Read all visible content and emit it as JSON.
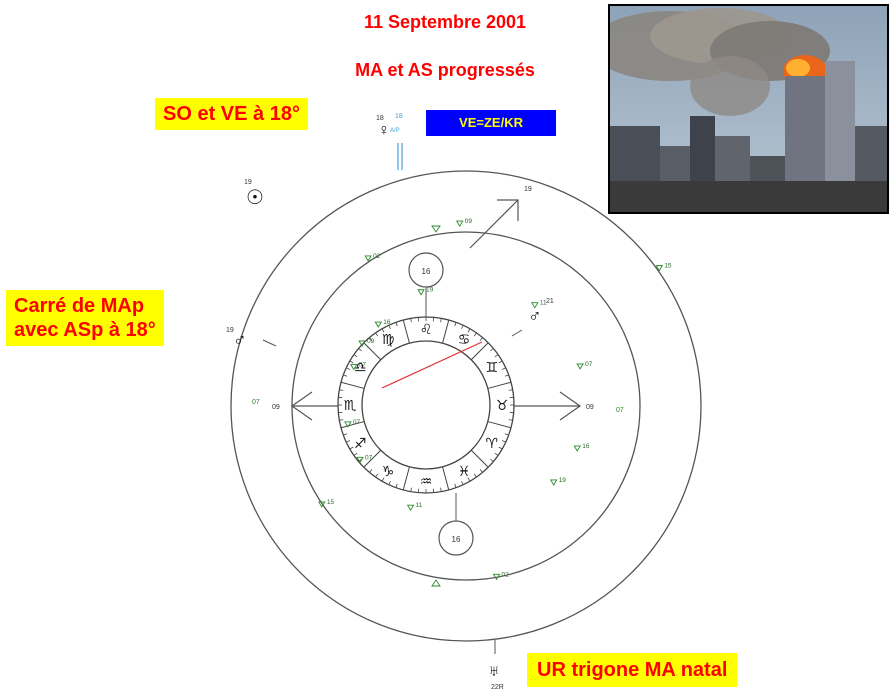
{
  "header": {
    "date": "11 Septembre 2001",
    "subtitle": "MA et AS progressés"
  },
  "callouts": {
    "so_ve": "SO et VE à 18°",
    "ve_ze_kr": "VE=ZE/KR",
    "carre_line1": "Carré de MAp",
    "carre_line2": "avec ASp à 18°",
    "ur_trigone": "UR trigone MA natal"
  },
  "colors": {
    "callout_bg": "#ffff00",
    "callout_text": "#ff0000",
    "blue_box_bg": "#0000ff",
    "blue_box_text": "#ffff00",
    "aspect_line": "#e03030",
    "house_marker": "#2a8a2a"
  },
  "chart": {
    "zodiac": [
      {
        "sign": "leo",
        "glyph": "♌"
      },
      {
        "sign": "cancer",
        "glyph": "♋"
      },
      {
        "sign": "gemini",
        "glyph": "♊"
      },
      {
        "sign": "taurus",
        "glyph": "♉"
      },
      {
        "sign": "aries",
        "glyph": "♈"
      },
      {
        "sign": "pisces",
        "glyph": "♓"
      },
      {
        "sign": "aquarius",
        "glyph": "♒"
      },
      {
        "sign": "capricorn",
        "glyph": "♑"
      },
      {
        "sign": "sagittarius",
        "glyph": "♐"
      },
      {
        "sign": "scorpio",
        "glyph": "♏"
      },
      {
        "sign": "libra",
        "glyph": "♎"
      },
      {
        "sign": "virgo",
        "glyph": "♍"
      }
    ],
    "planets": [
      {
        "name": "venus",
        "glyph": "♀",
        "degree": "18",
        "extra": "18",
        "extra2": "A/P"
      },
      {
        "name": "sun",
        "glyph": "☉",
        "degree": "19"
      },
      {
        "name": "mars-outer",
        "glyph": "♂",
        "degree": "19"
      },
      {
        "name": "mars-inner",
        "glyph": "♂",
        "degree": "21"
      },
      {
        "name": "uranus",
        "glyph": "♅",
        "degree": "22R"
      }
    ],
    "axis_degrees": {
      "mc": "16",
      "ic": "16",
      "asc_inner": "09",
      "asc_outer": "07",
      "dsc_inner": "09",
      "dsc_outer": "07",
      "outer_arrow": "19"
    },
    "house_cusps": [
      "09",
      "02",
      "11",
      "15",
      "07",
      "07",
      "16",
      "19",
      "02",
      "09",
      "15",
      "07",
      "11",
      "19",
      "16",
      "07"
    ]
  }
}
